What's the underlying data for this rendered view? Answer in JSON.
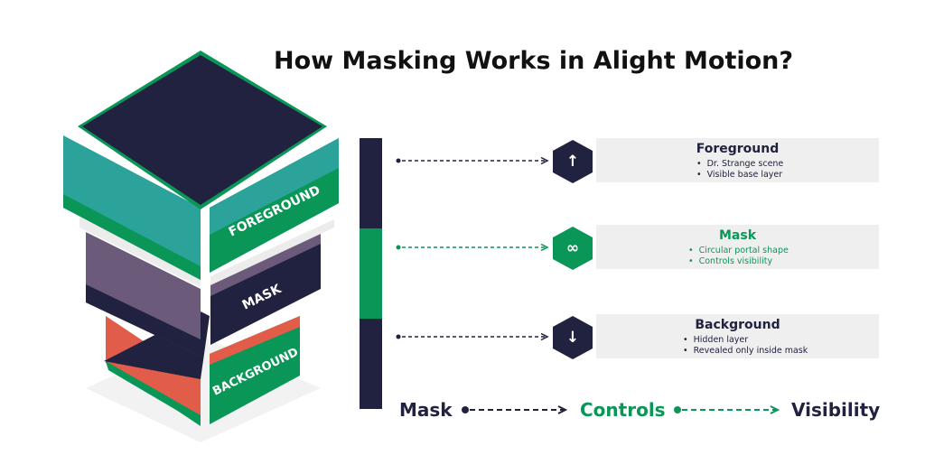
{
  "title": "How Masking Works in Alight Motion?",
  "colors": {
    "navy": "#202240",
    "green": "#0a9657",
    "teal": "#2ba39b",
    "purple": "#6b5a7a",
    "red": "#e25c4a",
    "light_gray": "#efefef"
  },
  "stack": {
    "labels": [
      "FOREGROUND",
      "MASK",
      "BACKGROUND"
    ]
  },
  "bar": {
    "segments": [
      {
        "color": "#202240",
        "size": 1
      },
      {
        "color": "#0a9657",
        "size": 1
      },
      {
        "color": "#202240",
        "size": 1
      }
    ]
  },
  "layers": [
    {
      "title": "Foreground",
      "icon": "arrow-up-icon",
      "glyph": "↑",
      "color": "#202240",
      "text_color": "#202240",
      "bullets": [
        "Dr. Strange scene",
        "Visible base layer"
      ]
    },
    {
      "title": "Mask",
      "icon": "mask-icon",
      "glyph": "∞",
      "color": "#0a9657",
      "text_color": "#0a9657",
      "bullets": [
        "Circular portal shape",
        "Controls visibility"
      ]
    },
    {
      "title": "Background",
      "icon": "arrow-down-icon",
      "glyph": "↓",
      "color": "#202240",
      "text_color": "#202240",
      "bullets": [
        "Hidden layer",
        "Revealed only inside mask"
      ]
    }
  ],
  "flow": {
    "words": [
      "Mask",
      "Controls",
      "Visibility"
    ]
  }
}
